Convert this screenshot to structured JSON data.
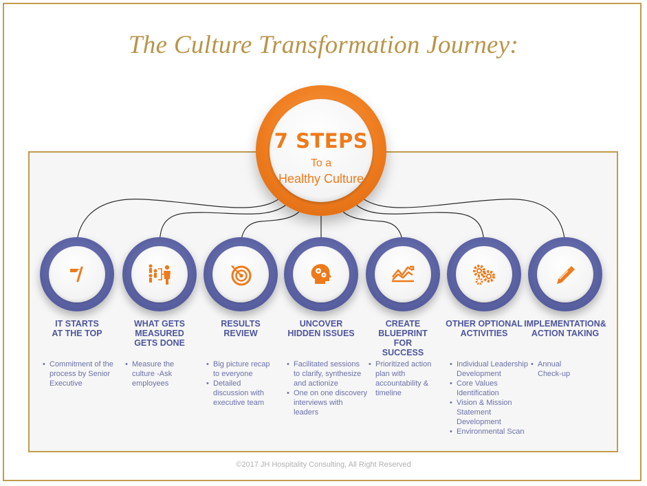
{
  "title": "The Culture Transformation Journey:",
  "hub": {
    "heading": "7 STEPS",
    "line1": "To a",
    "line2": "Healthy Culture"
  },
  "steps": [
    {
      "icon": "flag-icon",
      "heading": [
        "IT STARTS",
        "AT THE TOP"
      ],
      "bullets": [
        [
          "Commitment of the",
          "process by Senior",
          "Executive"
        ]
      ]
    },
    {
      "icon": "people-measure-icon",
      "heading": [
        "WHAT GETS",
        "MEASURED",
        "GETS DONE"
      ],
      "bullets": [
        [
          "Measure the",
          "culture -Ask",
          "employees"
        ]
      ]
    },
    {
      "icon": "target-icon",
      "heading": [
        "RESULTS",
        "REVIEW"
      ],
      "bullets": [
        [
          "Big picture recap",
          "to everyone"
        ],
        [
          "Detailed",
          "discussion with",
          "executive team"
        ]
      ]
    },
    {
      "icon": "brain-gears-icon",
      "heading": [
        "UNCOVER",
        "HIDDEN ISSUES"
      ],
      "bullets": [
        [
          "Facilitated sessions",
          "to clarify, synthesize",
          "and actionize"
        ],
        [
          "One on one discovery",
          "interviews with leaders"
        ]
      ]
    },
    {
      "icon": "trend-chart-icon",
      "heading": [
        "CREATE",
        "BLUEPRINT",
        "FOR",
        "SUCCESS"
      ],
      "bullets": [
        [
          "Prioritized action",
          "plan with",
          "accountability &",
          "timeline"
        ]
      ]
    },
    {
      "icon": "gears-icon",
      "heading": [
        "OTHER OPTIONAL",
        "ACTIVITIES"
      ],
      "bullets": [
        [
          "Individual Leadership",
          "Development"
        ],
        [
          "Core Values",
          "Identification"
        ],
        [
          "Vision & Mission",
          "Statement",
          "Development"
        ],
        [
          "Environmental Scan"
        ]
      ]
    },
    {
      "icon": "pencil-icon",
      "heading": [
        "IMPLEMENTATION&",
        "ACTION TAKING"
      ],
      "bullets": [
        [
          "Annual",
          "Check-up"
        ]
      ]
    }
  ],
  "footer": "©2017  JH Hospitality Consulting, All Right Reserved",
  "colors": {
    "gold": "#c29b4c",
    "orange": "#ef7a1a",
    "blue": "#5b62a3"
  }
}
